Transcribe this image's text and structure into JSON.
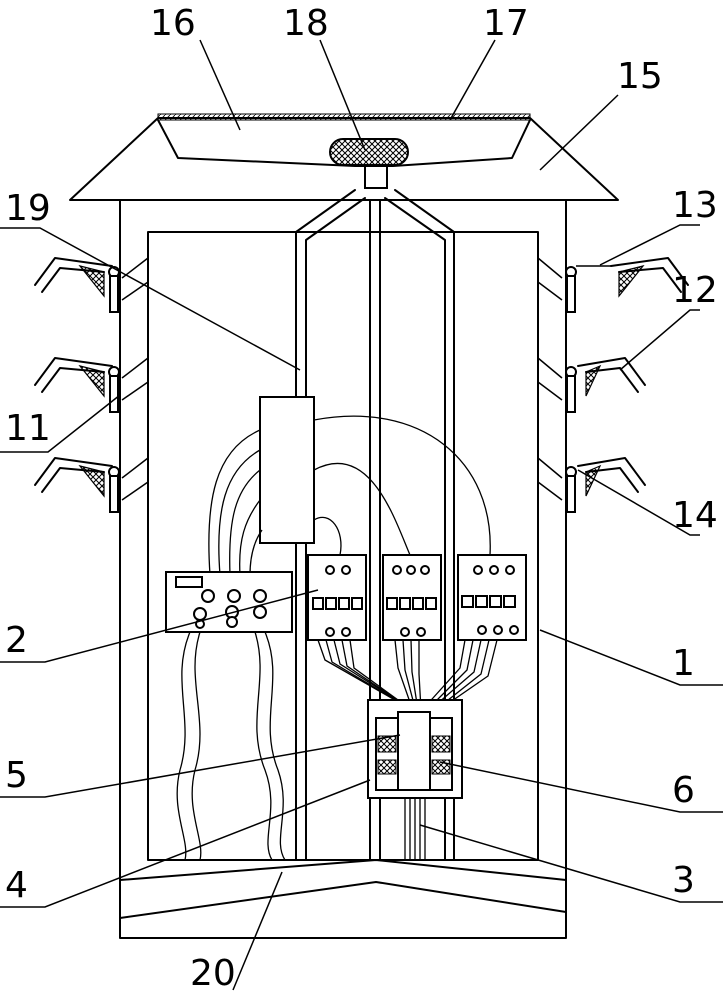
{
  "labels": {
    "n1": "1",
    "n2": "2",
    "n3": "3",
    "n4": "4",
    "n5": "5",
    "n6": "6",
    "n11": "11",
    "n12": "12",
    "n13": "13",
    "n14": "14",
    "n15": "15",
    "n16": "16",
    "n17": "17",
    "n18": "18",
    "n19": "19",
    "n20": "20"
  }
}
